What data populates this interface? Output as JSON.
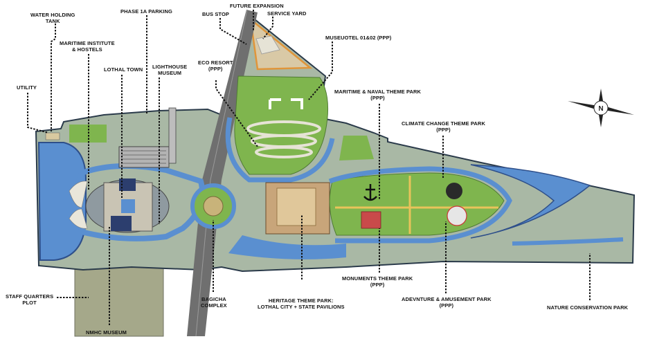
{
  "map": {
    "colors": {
      "water": "#5a8fd0",
      "water_edge": "#2e4f8a",
      "land": "#a9b8a5",
      "land_edge": "#2a3a4a",
      "grass": "#7fb54e",
      "road": "#6f6f6f",
      "plot": "#a5a88a",
      "leader": "#111111"
    },
    "compass": {
      "letter": "N"
    },
    "labels": {
      "water_tank": [
        "WATER HOLDING",
        "TANK"
      ],
      "phase1a_parking": [
        "PHASE 1A PARKING"
      ],
      "bus_stop": [
        "BUS STOP"
      ],
      "future_expansion": [
        "FUTURE EXPANSION"
      ],
      "service_yard": [
        "SERVICE YARD"
      ],
      "museuotel": [
        "MUSEUOTEL 01&02  (PPP)"
      ],
      "maritime_institute": [
        "MARITIME  INSTITUTE",
        "& HOSTELS"
      ],
      "lothal_town": [
        "LOTHAL TOWN"
      ],
      "lighthouse_museum": [
        "LIGHTHOUSE",
        "MUSEUM"
      ],
      "eco_resort": [
        "ECO RESORT",
        "(PPP)"
      ],
      "maritime_naval": [
        "MARITIME & NAVAL THEME PARK",
        "(PPP)"
      ],
      "climate_change": [
        "CLIMATE CHANGE THEME PARK",
        "(PPP)"
      ],
      "utility": [
        "UTILITY"
      ],
      "monuments": [
        "MONUMENTS THEME PARK",
        "(PPP)"
      ],
      "adventure": [
        "ADEVNTURE & AMUSEMENT PARK",
        "(PPP)"
      ],
      "staff_quarters": [
        "STAFF QUARTERS",
        "PLOT"
      ],
      "bagicha": [
        "BAGICHA",
        "COMPLEX"
      ],
      "heritage": [
        "HERITAGE THEME PARK:",
        "LOTHAL CITY + STATE PAVILIONS"
      ],
      "nature_conservation": [
        "NATURE CONSERVATION PARK"
      ],
      "nmhc_museum": [
        "NMHC MUSEUM"
      ]
    }
  }
}
